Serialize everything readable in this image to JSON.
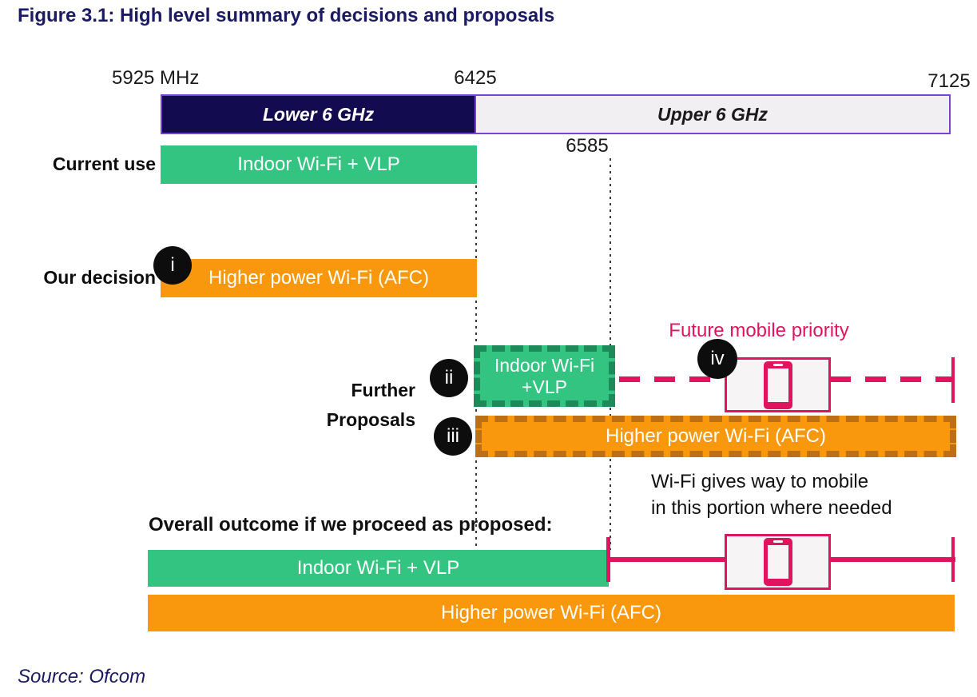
{
  "title": "Figure 3.1: High level summary of decisions and proposals",
  "source": "Source: Ofcom",
  "colors": {
    "navy": "#1b1a63",
    "band-navy": "#120b4f",
    "band-gray": "#f1eff1",
    "purple": "#7b41d1",
    "green": "#33c481",
    "green-dark": "#1e8a5a",
    "orange": "#f9980d",
    "orange-dark": "#bd6f16",
    "pink": "#e0145e",
    "box-gray": "#f6f4f4"
  },
  "axis": {
    "left": "5925 MHz",
    "mid": "6425",
    "right": "7125",
    "inner": "6585"
  },
  "bands": {
    "lower": "Lower 6 GHz",
    "upper": "Upper 6 GHz"
  },
  "current": {
    "label": "Current use",
    "bar": "Indoor Wi-Fi + VLP"
  },
  "decision": {
    "label": "Our decision",
    "marker": "i",
    "bar": "Higher power Wi-Fi (AFC)"
  },
  "proposals": {
    "label_line1": "Further",
    "label_line2": "Proposals",
    "indoor_marker": "ii",
    "indoor_line1": "Indoor Wi-Fi",
    "indoor_line2": "+VLP",
    "mobile_marker": "iv",
    "mobile_label": "Future mobile priority",
    "afc_marker": "iii",
    "afc_bar": "Higher power Wi-Fi (AFC)"
  },
  "outcome": {
    "heading": "Overall outcome if we proceed as proposed:",
    "note_line1": "Wi-Fi gives way to mobile",
    "note_line2": "in this portion where needed",
    "green_bar": "Indoor Wi-Fi + VLP",
    "orange_bar": "Higher power Wi-Fi (AFC)"
  }
}
